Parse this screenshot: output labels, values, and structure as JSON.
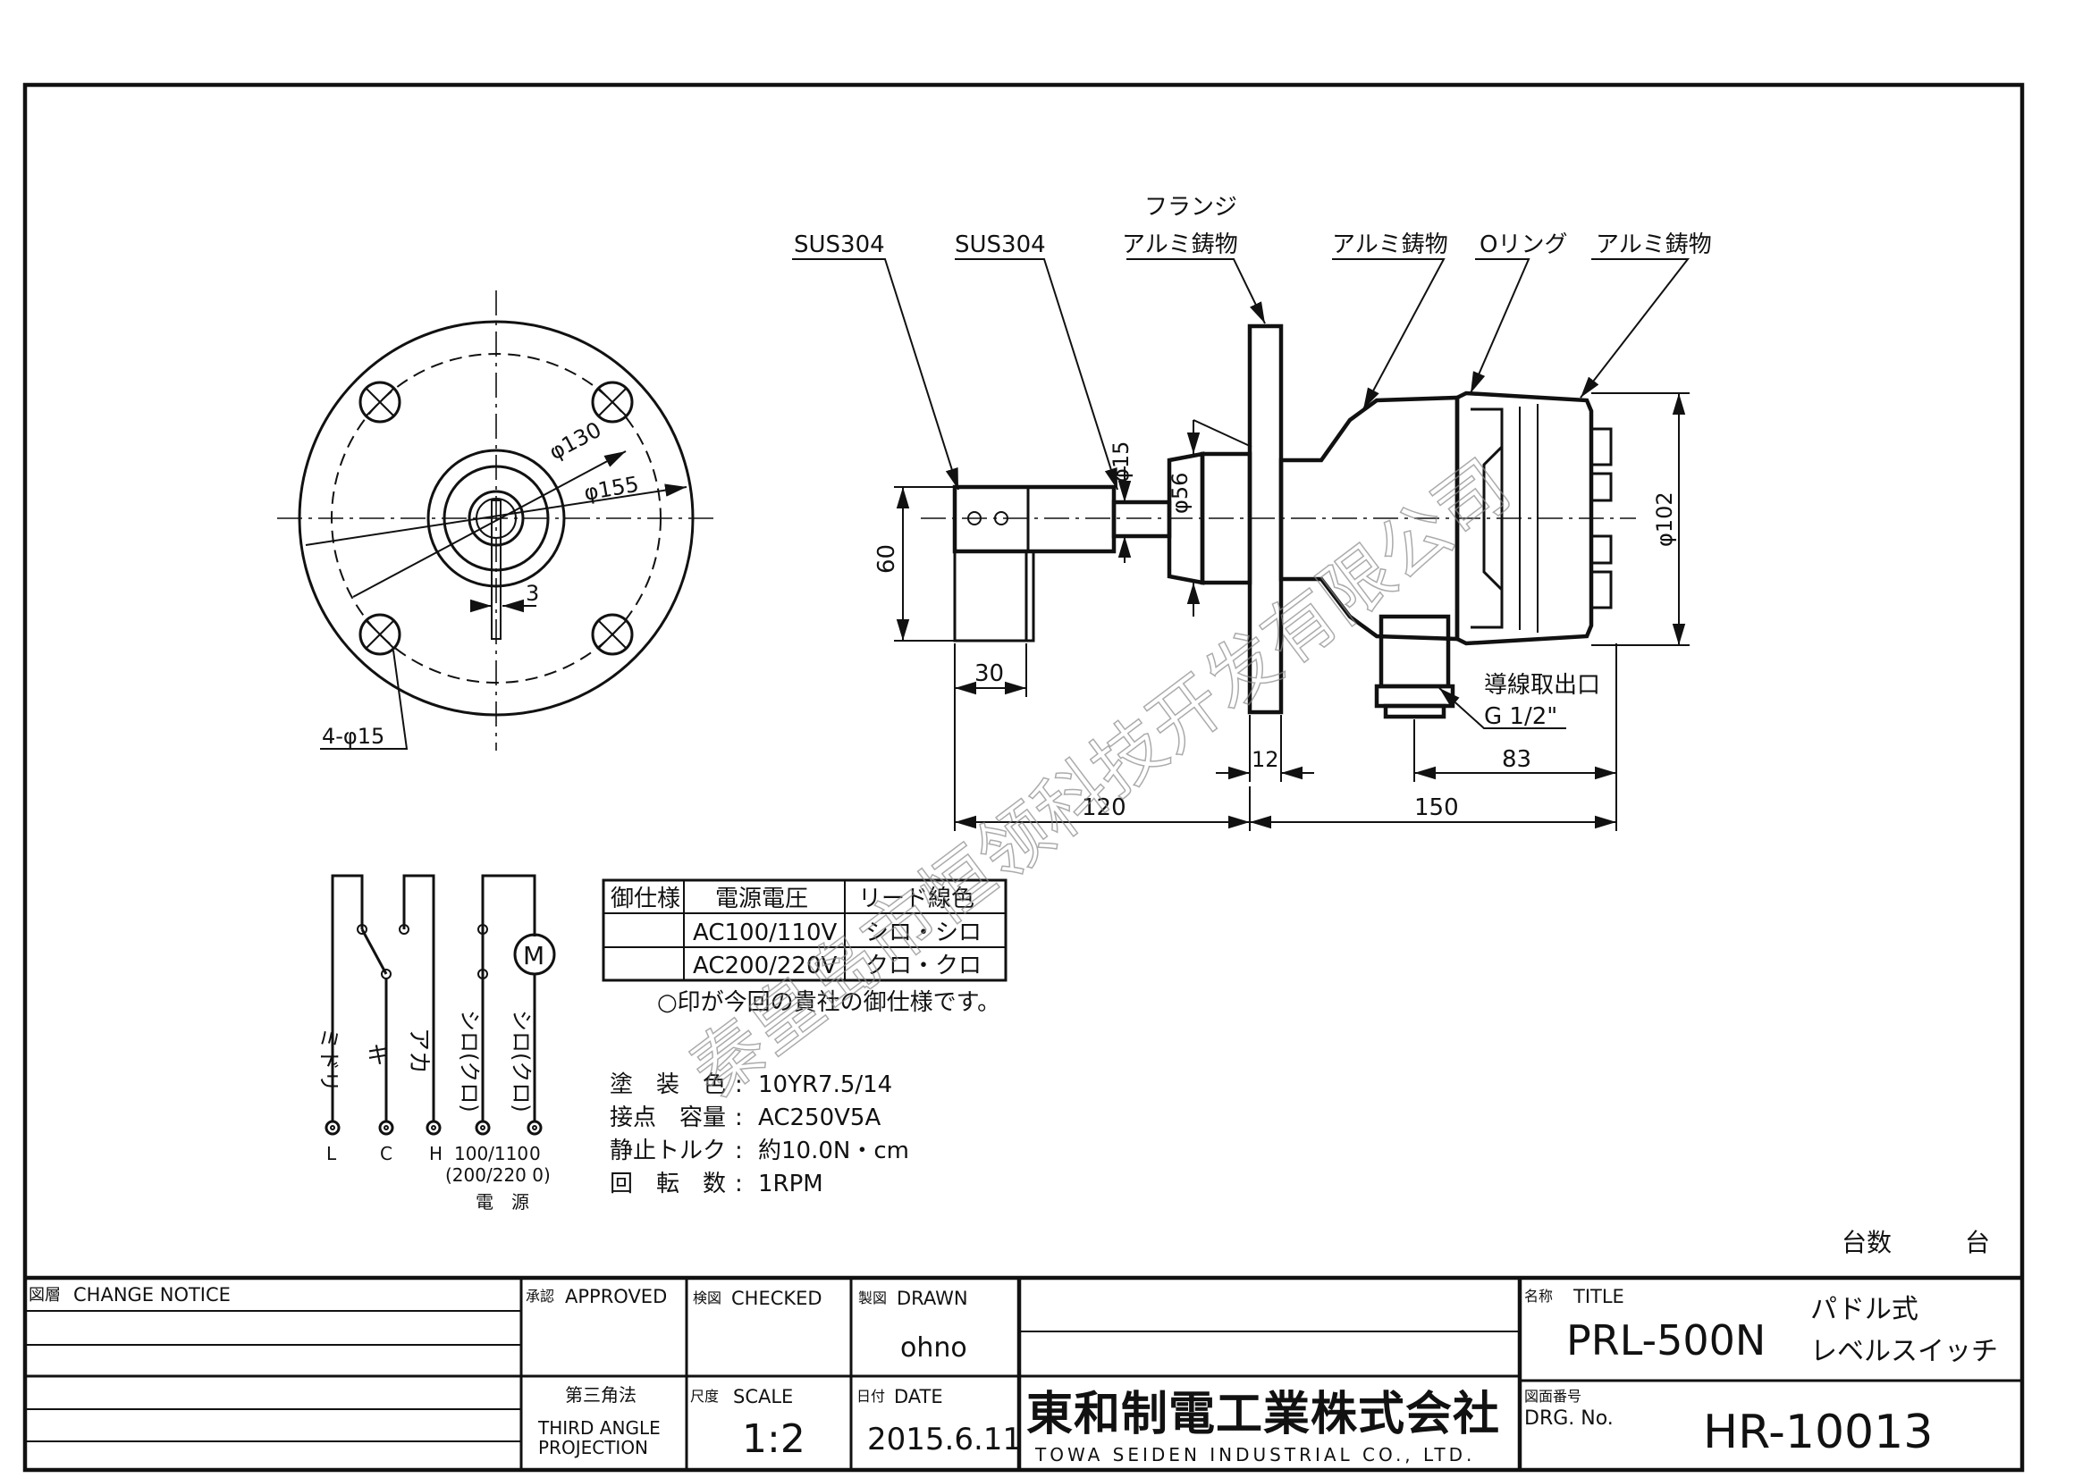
{
  "labels": {
    "sus304_a": "SUS304",
    "sus304_b": "SUS304",
    "flange_1": "フランジ",
    "flange_2": "アルミ鋳物",
    "alum_a": "アルミ鋳物",
    "oring": "Oリング",
    "alum_b": "アルミ鋳物",
    "cable_1": "導線取出口",
    "cable_2": "G 1/2\"",
    "holes": "4-φ15"
  },
  "dims": {
    "d130": "φ130",
    "d155": "φ155",
    "w3": "3",
    "d15": "φ15",
    "d56": "φ56",
    "d102": "φ102",
    "h60": "60",
    "w30": "30",
    "w12": "12",
    "w83": "83",
    "w120": "120",
    "w150": "150"
  },
  "wiring": {
    "l1": "ミドリ",
    "l2": "キ",
    "l3": "アカ",
    "l4": "シロ(クロ)",
    "l5": "シロ(クロ)",
    "motor": "M",
    "t1": "L",
    "t2": "C",
    "t3": "H",
    "t4": "100/110",
    "t5": "0",
    "t45b": "(200/220 0)",
    "power": "電　源"
  },
  "spec_table": {
    "headers": [
      "御仕様",
      "電源電圧",
      "リード線色"
    ],
    "rows": [
      [
        "",
        "AC100/110V",
        "シロ・シロ"
      ],
      [
        "",
        "AC200/220V",
        "クロ・クロ"
      ]
    ],
    "note": "○印が今回の貴社の御仕様です。"
  },
  "specs": [
    {
      "label": "塗　装　色",
      "value": "10YR7.5/14"
    },
    {
      "label": "接点　容量",
      "value": "AC250V5A"
    },
    {
      "label": "静止トルク",
      "value": "約10.0N・cm"
    },
    {
      "label": "回　転　数",
      "value": "1RPM"
    }
  ],
  "units": {
    "label": "台数",
    "suffix": "台"
  },
  "watermark": "秦皇岛市恒领科技开发有限公司",
  "title_block": {
    "change_notice_jp": "図層",
    "change_notice": "CHANGE NOTICE",
    "approved_jp": "承認",
    "approved": "APPROVED",
    "checked_jp": "検図",
    "checked": "CHECKED",
    "drawn_jp": "製図",
    "drawn": "DRAWN",
    "drawn_name": "ohno",
    "projection_jp": "第三角法",
    "projection_1": "THIRD ANGLE",
    "projection_2": "PROJECTION",
    "scale_jp": "尺度",
    "scale": "SCALE",
    "scale_value": "1:2",
    "date_jp": "日付",
    "date": "DATE",
    "date_value": "2015.6.11",
    "company_jp": "東和制電工業株式会社",
    "company_en": "TOWA SEIDEN INDUSTRIAL CO., LTD.",
    "title_jp": "名称",
    "title": "TITLE",
    "model": "PRL-500N",
    "name_1": "パドル式",
    "name_2": "レベルスイッチ",
    "drg_jp": "図面番号",
    "drg": "DRG. No.",
    "drg_value": "HR-10013"
  }
}
